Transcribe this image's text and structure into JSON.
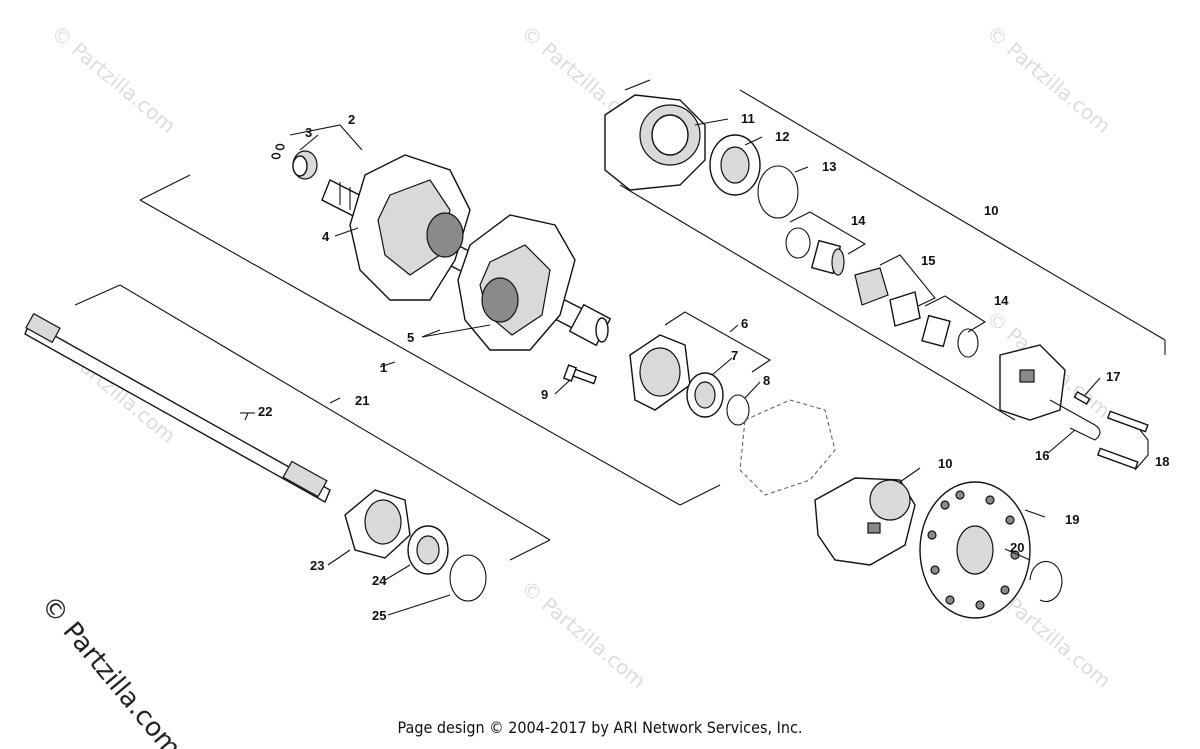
{
  "watermark": {
    "text": "© Partzilla.com"
  },
  "footer": {
    "text": "Page design © 2004-2017 by ARI Network Services, Inc."
  },
  "callouts": [
    "1",
    "2",
    "3",
    "4",
    "5",
    "6",
    "7",
    "8",
    "9",
    "10",
    "10",
    "11",
    "12",
    "13",
    "14",
    "14",
    "15",
    "16",
    "17",
    "18",
    "19",
    "20",
    "21",
    "22",
    "23",
    "24",
    "25"
  ],
  "icons": [
    "driveshaft",
    "drive-sprocket",
    "bearing-housing",
    "bearing",
    "o-ring",
    "snap-ring",
    "brake-caliper",
    "brake-disc",
    "bolt",
    "spacer",
    "brake-pad"
  ]
}
